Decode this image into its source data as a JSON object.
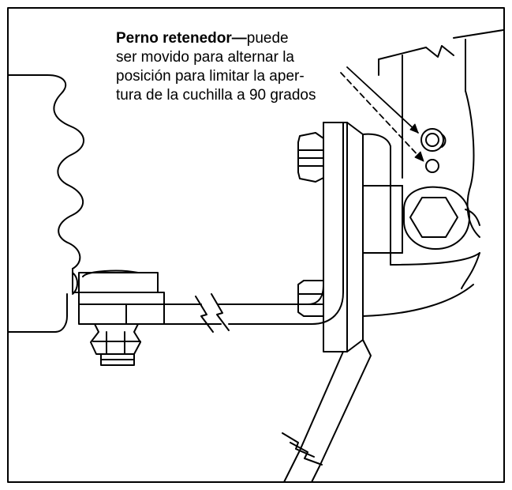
{
  "figure": {
    "annotation": {
      "label": "Perno retenedor",
      "dash": "—",
      "lines": [
        "puede",
        "ser movido para alternar la",
        "posición para limitar la aper-",
        "tura de la cuchilla a 90 grados"
      ]
    },
    "colors": {
      "ink": "#000000",
      "paper": "#ffffff"
    }
  }
}
